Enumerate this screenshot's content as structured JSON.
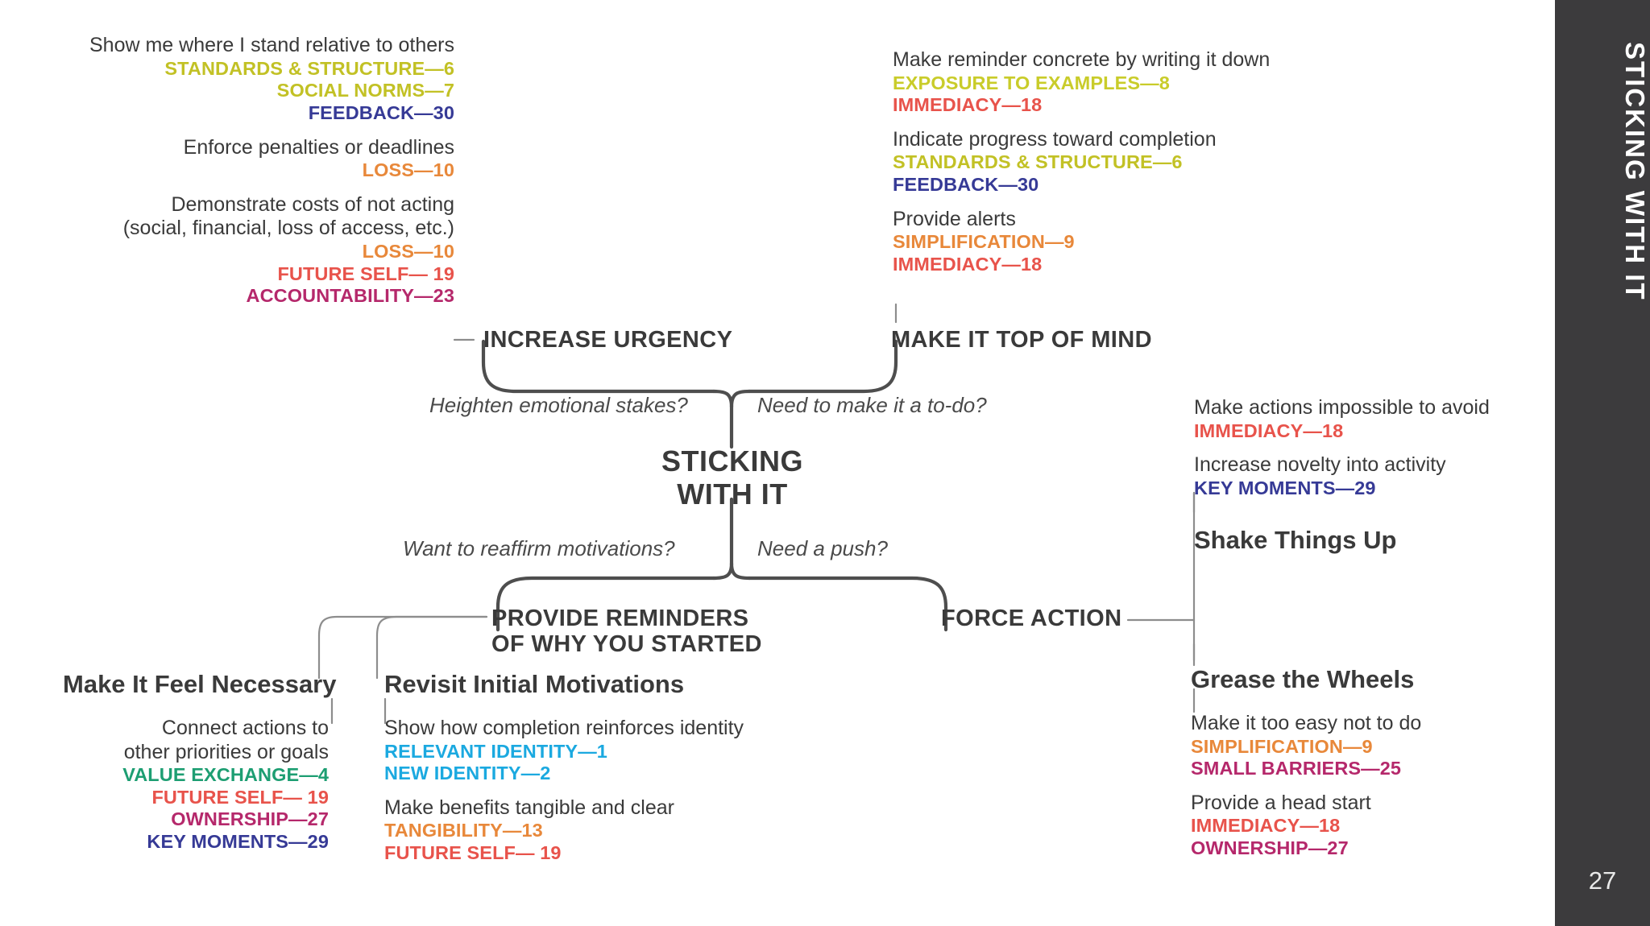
{
  "sidebar": {
    "title": "STICKING WITH IT",
    "page_number": "27",
    "background_color": "#3c3b3d",
    "text_color": "#ffffff"
  },
  "center": {
    "line1": "STICKING",
    "line2": "WITH IT"
  },
  "questions": {
    "top_left": "Heighten emotional stakes?",
    "top_right": "Need to make it a to-do?",
    "bottom_left": "Want to reaffirm motivations?",
    "bottom_right": "Need a push?"
  },
  "tag_colors": {
    "standards_structure": "#c2c125",
    "social_norms": "#c2c125",
    "exposure_to_examples": "#c9cc2a",
    "feedback": "#363a96",
    "key_moments": "#363a96",
    "loss": "#e8883a",
    "simplification": "#e8883a",
    "tangibility": "#e8883a",
    "future_self": "#e8534b",
    "immediacy": "#e8534b",
    "accountability": "#b5286b",
    "ownership": "#b5286b",
    "small_barriers": "#b5286b",
    "value_exchange": "#1d9e72",
    "relevant_identity": "#1ba9e0",
    "new_identity": "#1ba9e0"
  },
  "branches": {
    "increase_urgency": {
      "heading": "INCREASE URGENCY",
      "items": [
        {
          "statement": [
            "Show me where I stand relative to others"
          ],
          "tags": [
            {
              "label": "STANDARDS & STRUCTURE—6",
              "color": "#c2c125"
            },
            {
              "label": "SOCIAL NORMS—7",
              "color": "#c2c125"
            },
            {
              "label": "FEEDBACK—30",
              "color": "#363a96"
            }
          ]
        },
        {
          "statement": [
            "Enforce penalties or deadlines"
          ],
          "tags": [
            {
              "label": "LOSS—10",
              "color": "#e8883a"
            }
          ]
        },
        {
          "statement": [
            "Demonstrate costs of not acting",
            "(social, financial, loss of access, etc.)"
          ],
          "tags": [
            {
              "label": "LOSS—10",
              "color": "#e8883a"
            },
            {
              "label": "FUTURE SELF— 19",
              "color": "#e8534b"
            },
            {
              "label": "ACCOUNTABILITY—23",
              "color": "#b5286b"
            }
          ]
        }
      ]
    },
    "make_it_top_of_mind": {
      "heading": "MAKE IT TOP OF MIND",
      "items": [
        {
          "statement": [
            "Make reminder concrete by writing it down"
          ],
          "tags": [
            {
              "label": "EXPOSURE TO EXAMPLES—8",
              "color": "#c9cc2a"
            },
            {
              "label": "IMMEDIACY—18",
              "color": "#e8534b"
            }
          ]
        },
        {
          "statement": [
            "Indicate progress toward completion"
          ],
          "tags": [
            {
              "label": "STANDARDS & STRUCTURE—6",
              "color": "#c2c125"
            },
            {
              "label": "FEEDBACK—30",
              "color": "#363a96"
            }
          ]
        },
        {
          "statement": [
            "Provide alerts"
          ],
          "tags": [
            {
              "label": "SIMPLIFICATION—9",
              "color": "#e8883a"
            },
            {
              "label": "IMMEDIACY—18",
              "color": "#e8534b"
            }
          ]
        }
      ]
    },
    "provide_reminders": {
      "heading_line1": "PROVIDE REMINDERS",
      "heading_line2": "OF WHY YOU STARTED",
      "subgroups": [
        {
          "title": "Make It Feel Necessary",
          "items": [
            {
              "statement": [
                "Connect actions to",
                "other priorities or goals"
              ],
              "tags": [
                {
                  "label": "VALUE EXCHANGE—4",
                  "color": "#1d9e72"
                },
                {
                  "label": "FUTURE SELF— 19",
                  "color": "#e8534b"
                },
                {
                  "label": "OWNERSHIP—27",
                  "color": "#b5286b"
                },
                {
                  "label": "KEY MOMENTS—29",
                  "color": "#363a96"
                }
              ]
            }
          ]
        },
        {
          "title": "Revisit Initial Motivations",
          "items": [
            {
              "statement": [
                "Show how completion reinforces identity"
              ],
              "tags": [
                {
                  "label": "RELEVANT IDENTITY—1",
                  "color": "#1ba9e0"
                },
                {
                  "label": "NEW IDENTITY—2",
                  "color": "#1ba9e0"
                }
              ]
            },
            {
              "statement": [
                "Make benefits tangible and clear"
              ],
              "tags": [
                {
                  "label": "TANGIBILITY—13",
                  "color": "#e8883a"
                },
                {
                  "label": "FUTURE SELF— 19",
                  "color": "#e8534b"
                }
              ]
            }
          ]
        }
      ]
    },
    "force_action": {
      "heading": "FORCE ACTION",
      "subgroups": [
        {
          "title": "Shake Things Up",
          "items": [
            {
              "statement": [
                "Make actions impossible to avoid"
              ],
              "tags": [
                {
                  "label": "IMMEDIACY—18",
                  "color": "#e8534b"
                }
              ]
            },
            {
              "statement": [
                "Increase novelty into activity"
              ],
              "tags": [
                {
                  "label": "KEY MOMENTS—29",
                  "color": "#363a96"
                }
              ]
            }
          ]
        },
        {
          "title": "Grease the Wheels",
          "items": [
            {
              "statement": [
                "Make it too easy not to do"
              ],
              "tags": [
                {
                  "label": "SIMPLIFICATION—9",
                  "color": "#e8883a"
                },
                {
                  "label": "SMALL BARRIERS—25",
                  "color": "#b5286b"
                }
              ]
            },
            {
              "statement": [
                "Provide a head start"
              ],
              "tags": [
                {
                  "label": "IMMEDIACY—18",
                  "color": "#e8534b"
                },
                {
                  "label": "OWNERSHIP—27",
                  "color": "#b5286b"
                }
              ]
            }
          ]
        }
      ]
    }
  }
}
